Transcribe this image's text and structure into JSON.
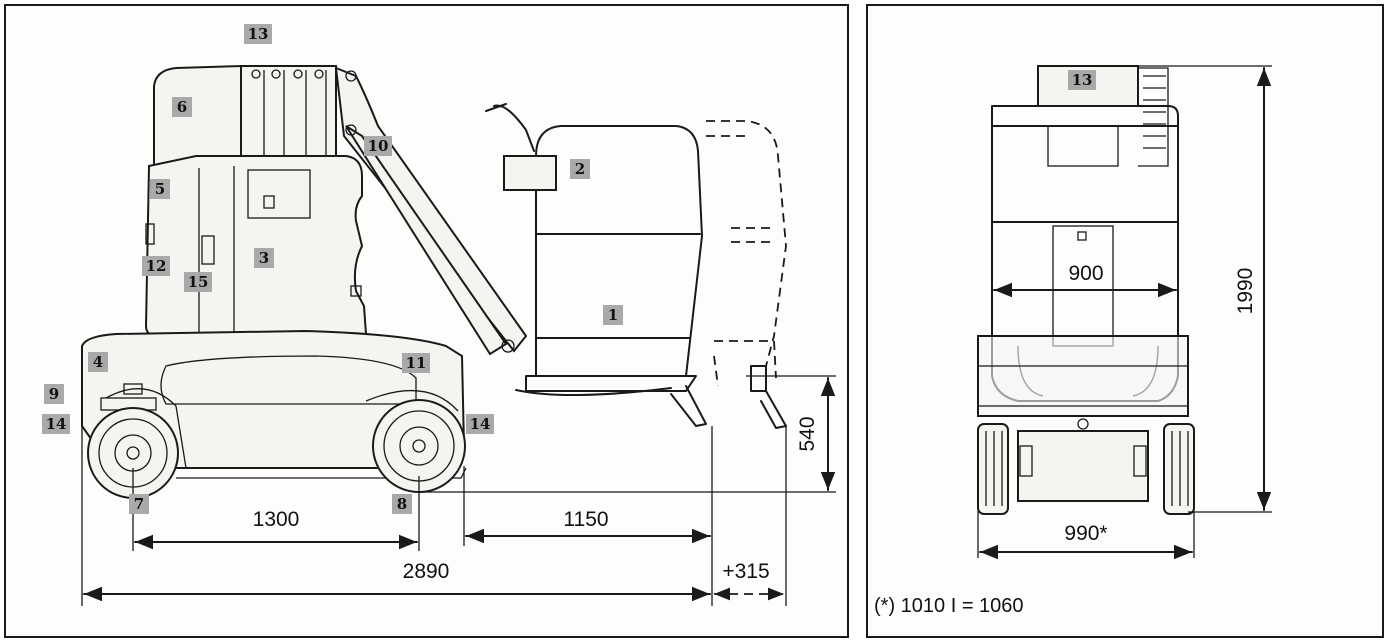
{
  "side_view": {
    "callouts": {
      "c1": "1",
      "c2": "2",
      "c3": "3",
      "c4": "4",
      "c5": "5",
      "c6": "6",
      "c7": "7",
      "c8": "8",
      "c9": "9",
      "c10": "10",
      "c11": "11",
      "c12": "12",
      "c13": "13",
      "c14a": "14",
      "c14b": "14",
      "c15": "15"
    },
    "dimensions": {
      "wheelbase": "1300",
      "front_overhang": "1150",
      "overall_length": "2890",
      "extension": "+315",
      "platform_height": "540"
    }
  },
  "front_view": {
    "callouts": {
      "c13": "13"
    },
    "dimensions": {
      "platform_width": "900",
      "height": "1990",
      "overall_width": "990*"
    },
    "footnote": "(*) 1010 I = 1060"
  }
}
